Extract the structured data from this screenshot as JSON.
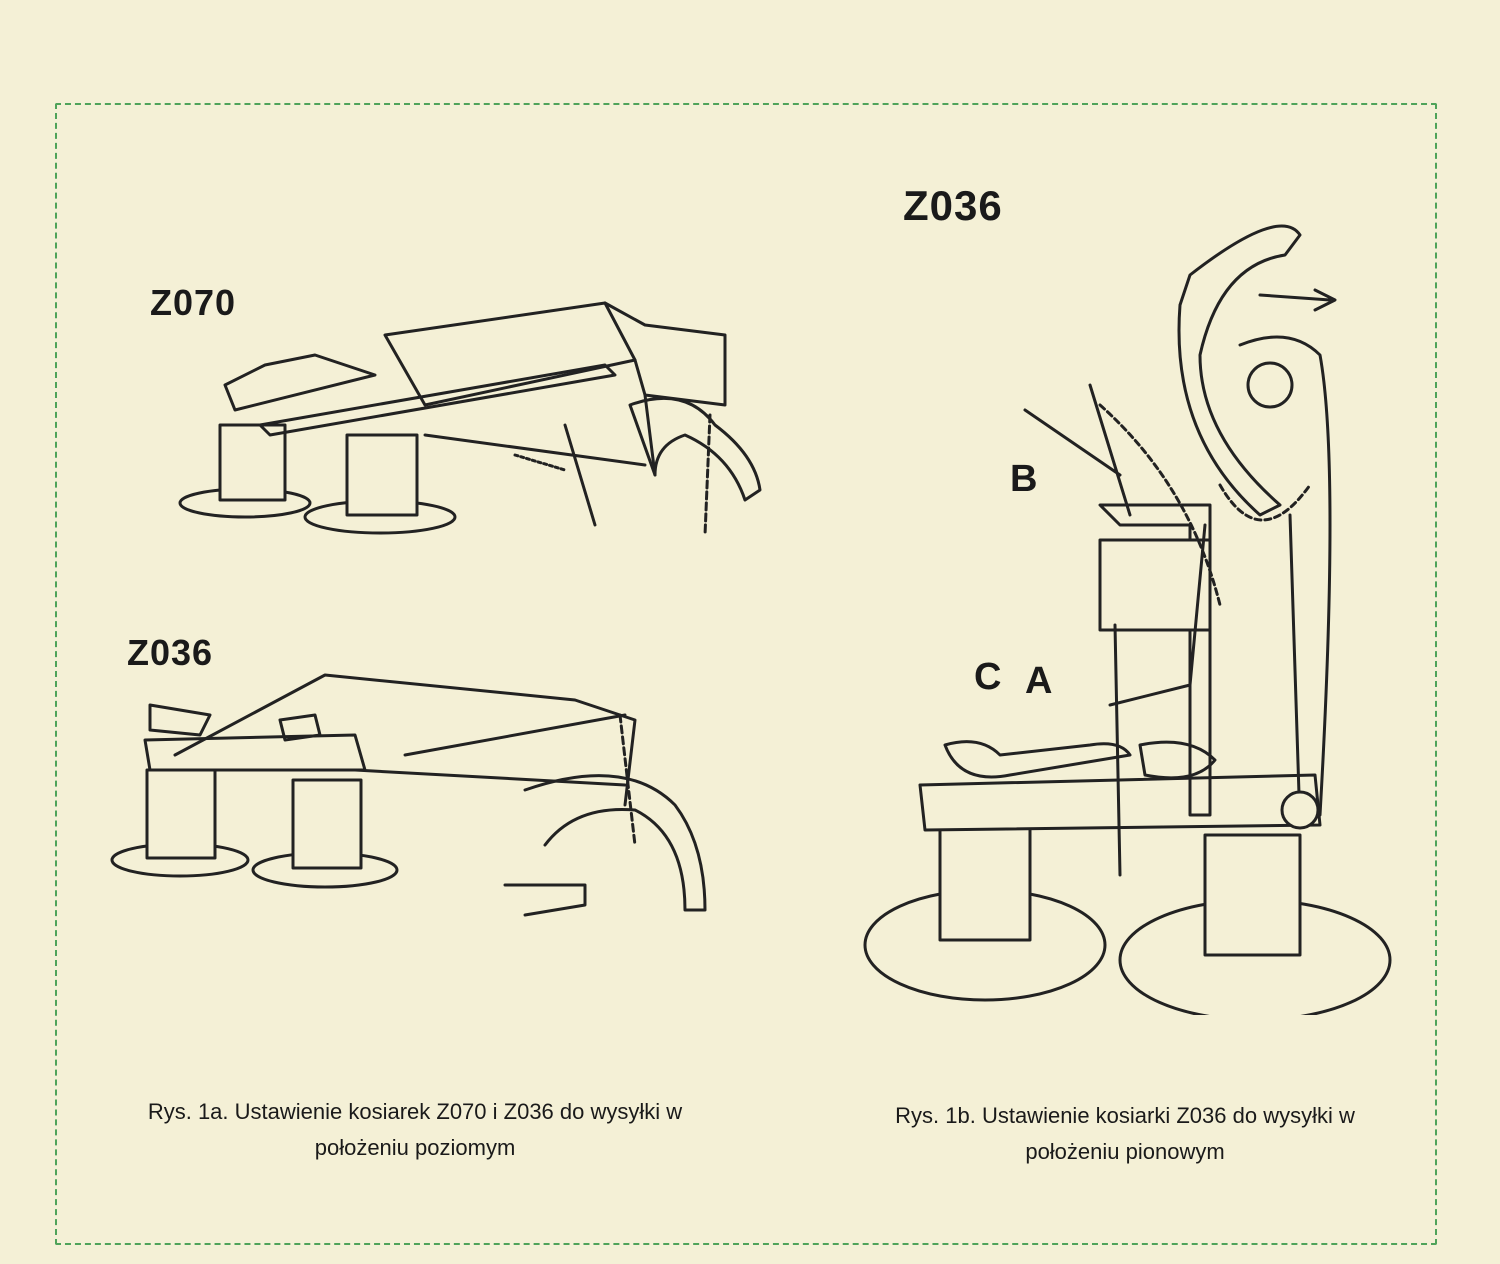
{
  "figures": {
    "fig1a_top_label": "Z070",
    "fig1a_bottom_label": "Z036",
    "fig1b_label": "Z036",
    "fig1b_parts": {
      "a": "A",
      "b": "B",
      "c": "C"
    }
  },
  "captions": {
    "fig1a_line1": "Rys. 1a. Ustawienie kosiarek Z070 i Z036 do wysyłki w",
    "fig1a_line2": "położeniu poziomym",
    "fig1b_line1": "Rys. 1b. Ustawienie kosiarki Z036 do wysyłki w",
    "fig1b_line2": "położeniu pionowym"
  },
  "colors": {
    "paper": "#f4f0d6",
    "border": "#4fa35a",
    "ink": "#1a1a1a"
  }
}
